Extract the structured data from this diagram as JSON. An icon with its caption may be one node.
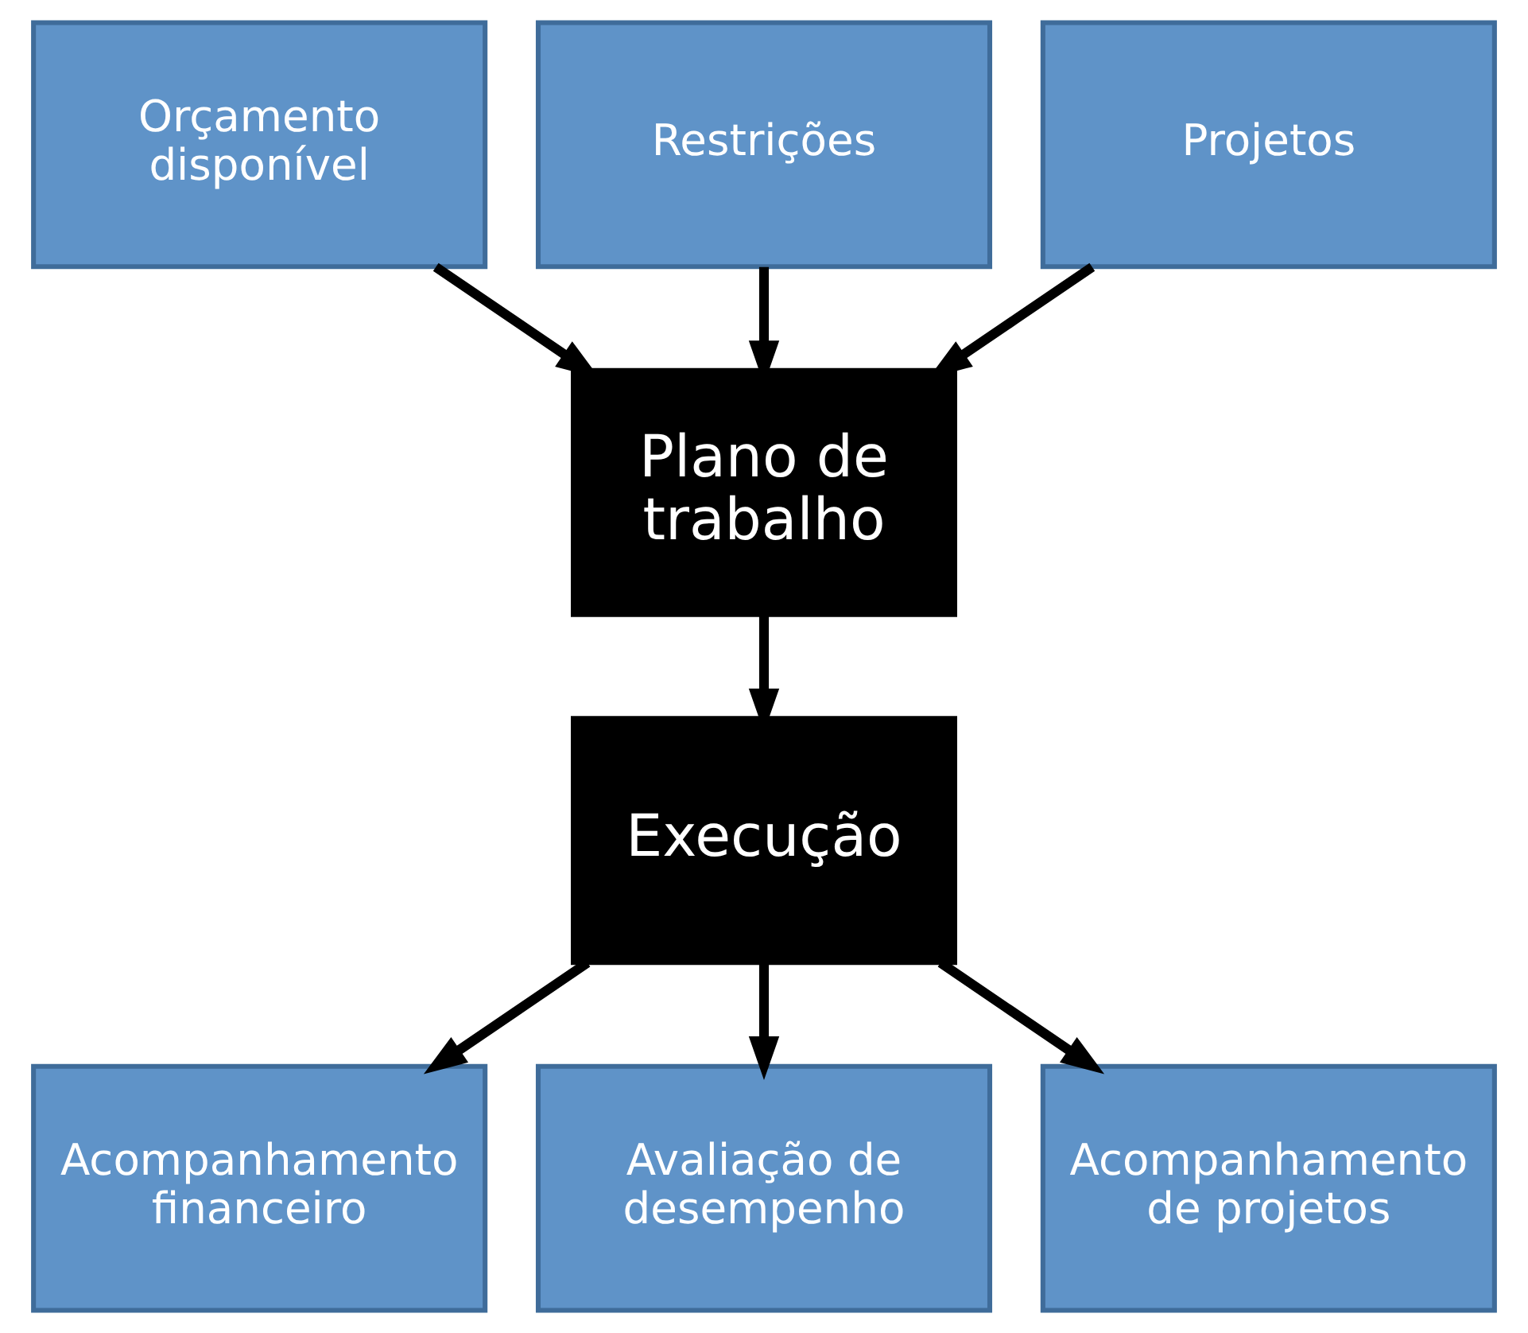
{
  "diagram": {
    "nodes": [
      {
        "text": [
          "Orçamento disponível"
        ]
      },
      {
        "text": [
          "Restrições"
        ]
      },
      {
        "text": [
          "Projetos"
        ]
      },
      {
        "text": [
          "Plano de trabalho"
        ]
      },
      {
        "text": [
          "Execução"
        ]
      },
      {
        "text": [
          "Acompanhamento financeiro"
        ]
      },
      {
        "text": [
          "Avaliação de desempenho"
        ]
      },
      {
        "text": [
          "Acompanhamento de projetos"
        ]
      }
    ],
    "edges": [
      {
        "from": 0,
        "to": 3,
        "arrow": "to"
      },
      {
        "from": 1,
        "to": 3,
        "arrow": "to"
      },
      {
        "from": 2,
        "to": 3,
        "arrow": "to"
      },
      {
        "from": 3,
        "to": 4,
        "arrow": "to"
      },
      {
        "from": 4,
        "to": 5,
        "arrow": "to"
      },
      {
        "from": 4,
        "to": 6,
        "arrow": "to"
      },
      {
        "from": 4,
        "to": 7,
        "arrow": "to"
      }
    ]
  }
}
